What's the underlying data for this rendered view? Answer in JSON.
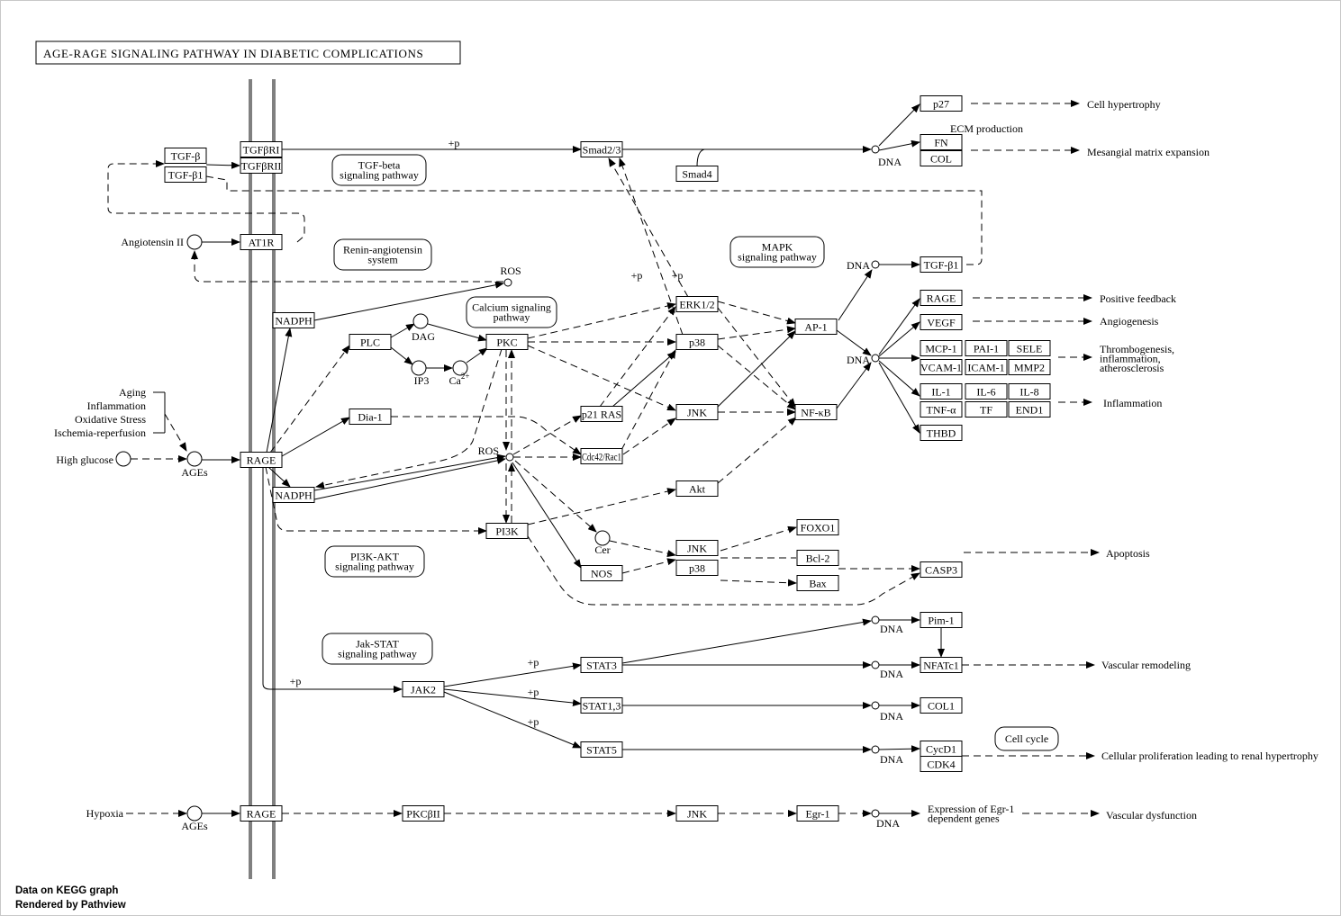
{
  "title": "AGE-RAGE SIGNALING PATHWAY IN DIABETIC COMPLICATIONS",
  "footer": [
    "Data on KEGG graph",
    "Rendered by Pathview"
  ],
  "colors": {
    "membrane": "#808080",
    "node_border": "#000000",
    "background": "#ffffff"
  },
  "genes": [
    {
      "label": "TGF-β"
    },
    {
      "label": "TGF-β1"
    },
    {
      "label": "TGFβRI"
    },
    {
      "label": "TGFβRII"
    },
    {
      "label": "AT1R"
    },
    {
      "label": "NADPH"
    },
    {
      "label": "RAGE"
    },
    {
      "label": "NADPH"
    },
    {
      "label": "RAGE"
    },
    {
      "label": "PLC"
    },
    {
      "label": "Dia-1"
    },
    {
      "label": "PKC"
    },
    {
      "label": "PI3K"
    },
    {
      "label": "Smad2/3"
    },
    {
      "label": "Smad4"
    },
    {
      "label": "ERK1/2"
    },
    {
      "label": "p38"
    },
    {
      "label": "JNK"
    },
    {
      "label": "p21 RAS"
    },
    {
      "label": "Cdc42/Rac1"
    },
    {
      "label": "Akt"
    },
    {
      "label": "JNK"
    },
    {
      "label": "p38"
    },
    {
      "label": "NOS"
    },
    {
      "label": "AP-1"
    },
    {
      "label": "NF-κB"
    },
    {
      "label": "FOXO1"
    },
    {
      "label": "Bcl-2"
    },
    {
      "label": "Bax"
    },
    {
      "label": "Egr-1"
    },
    {
      "label": "PKCβII"
    },
    {
      "label": "JNK"
    },
    {
      "label": "JAK2"
    },
    {
      "label": "STAT3"
    },
    {
      "label": "STAT1,3"
    },
    {
      "label": "STAT5"
    },
    {
      "label": "p27"
    },
    {
      "label": "FN"
    },
    {
      "label": "COL"
    },
    {
      "label": "TGF-β1"
    },
    {
      "label": "RAGE"
    },
    {
      "label": "VEGF"
    },
    {
      "label": "MCP-1"
    },
    {
      "label": "PAI-1"
    },
    {
      "label": "SELE"
    },
    {
      "label": "VCAM-1"
    },
    {
      "label": "ICAM-1"
    },
    {
      "label": "MMP2"
    },
    {
      "label": "IL-1"
    },
    {
      "label": "IL-6"
    },
    {
      "label": "IL-8"
    },
    {
      "label": "TNF-α"
    },
    {
      "label": "TF"
    },
    {
      "label": "END1"
    },
    {
      "label": "THBD"
    },
    {
      "label": "CASP3"
    },
    {
      "label": "Pim-1"
    },
    {
      "label": "NFATc1"
    },
    {
      "label": "COL1"
    },
    {
      "label": "CycD1"
    },
    {
      "label": "CDK4"
    }
  ],
  "compounds": [
    {
      "label": "Angiotensin II"
    },
    {
      "label": "DAG"
    },
    {
      "label": "IP3"
    },
    {
      "label": "Ca",
      "sup": "2+"
    },
    {
      "label": "ROS"
    },
    {
      "label": "ROS"
    },
    {
      "label": "AGEs"
    },
    {
      "label": "High glucose"
    },
    {
      "label": "Cer"
    },
    {
      "label": "AGEs"
    },
    {
      "label": "DNA"
    },
    {
      "label": "DNA"
    },
    {
      "label": "DNA"
    },
    {
      "label": "DNA"
    },
    {
      "label": "DNA"
    },
    {
      "label": "DNA"
    },
    {
      "label": "DNA"
    },
    {
      "label": "DNA"
    }
  ],
  "maps": [
    {
      "lines": [
        "TGF-beta",
        "signaling pathway"
      ]
    },
    {
      "lines": [
        "Renin-angiotensin",
        "system"
      ]
    },
    {
      "lines": [
        "Calcium signaling",
        "pathway"
      ]
    },
    {
      "lines": [
        "MAPK",
        "signaling pathway"
      ]
    },
    {
      "lines": [
        "PI3K-AKT",
        "signaling pathway"
      ]
    },
    {
      "lines": [
        "Jak-STAT",
        "signaling pathway"
      ]
    },
    {
      "lines": [
        "Cell cycle"
      ]
    }
  ],
  "texts": [
    {
      "lines": [
        "Cell hypertrophy"
      ]
    },
    {
      "lines": [
        "Mesangial matrix expansion"
      ]
    },
    {
      "lines": [
        "ECM production"
      ]
    },
    {
      "lines": [
        "Positive feedback"
      ]
    },
    {
      "lines": [
        "Angiogenesis"
      ]
    },
    {
      "lines": [
        "Thrombogenesis,",
        "inflammation,",
        "atherosclerosis"
      ]
    },
    {
      "lines": [
        "Inflammation"
      ]
    },
    {
      "lines": [
        "Apoptosis"
      ]
    },
    {
      "lines": [
        "Vascular remodeling"
      ]
    },
    {
      "lines": [
        "Cellular proliferation leading to renal hypertrophy"
      ]
    },
    {
      "lines": [
        "Expression of Egr-1",
        "dependent genes"
      ]
    },
    {
      "lines": [
        "Vascular dysfunction"
      ]
    },
    {
      "lines": [
        "Hypoxia"
      ]
    },
    {
      "lines": [
        "Aging",
        "Inflammation",
        "Oxidative Stress",
        "Ischemia-reperfusion"
      ]
    }
  ],
  "annotations": [
    "+p",
    "+p",
    "+p",
    "+p",
    "+p",
    "+p",
    "+p"
  ]
}
